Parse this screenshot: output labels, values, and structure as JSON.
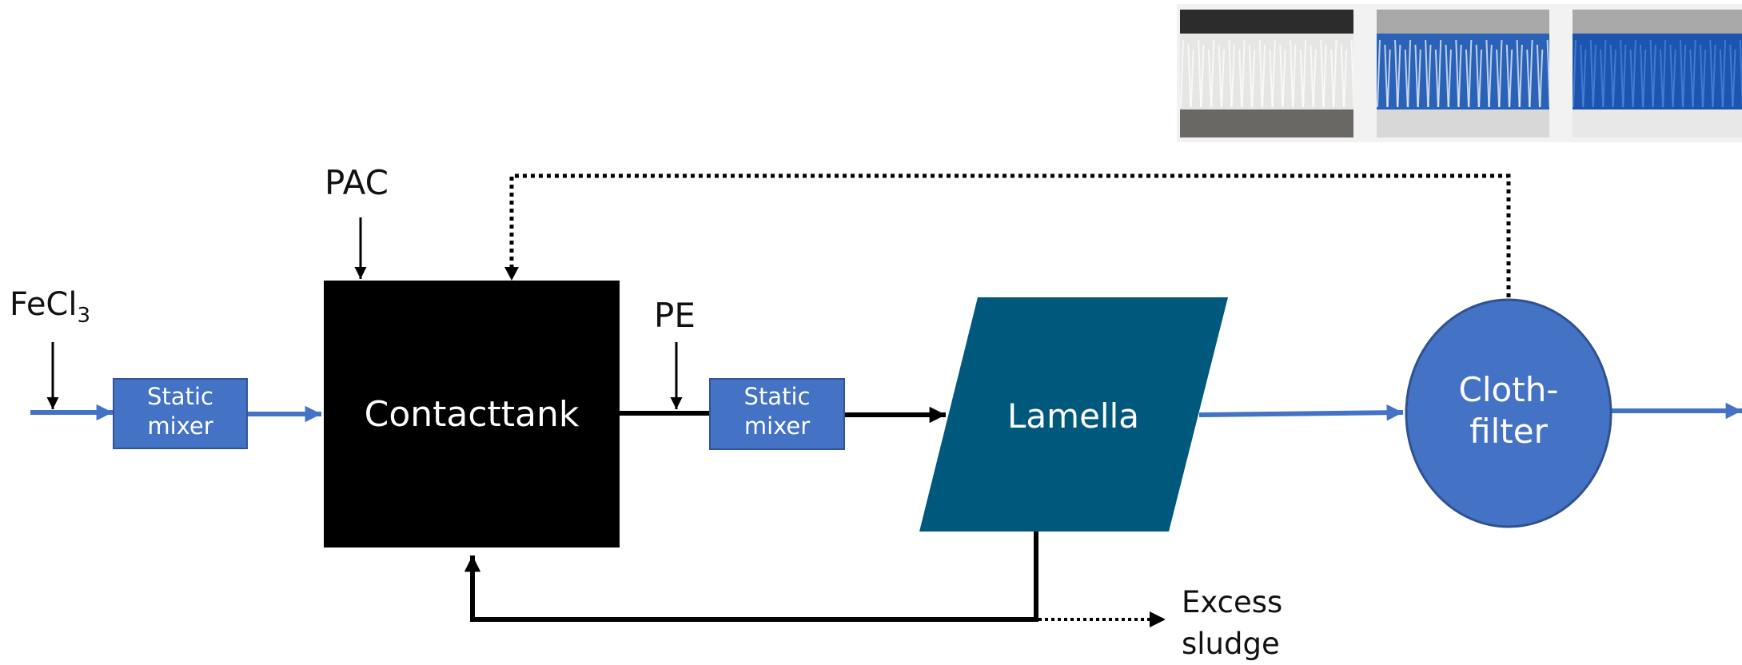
{
  "labels": {
    "fecl3_main": "FeCl",
    "fecl3_sub": "3",
    "pac": "PAC",
    "pe": "PE",
    "mixer1_line1": "Static",
    "mixer1_line2": "mixer",
    "mixer2_line1": "Static",
    "mixer2_line2": "mixer",
    "contacttank": "Contacttank",
    "lamella": "Lamella",
    "clothfilter_line1": "Cloth-",
    "clothfilter_line2": "filter",
    "excess_line1": "Excess",
    "excess_line2": "sludge"
  },
  "colors": {
    "flow_blue": "#4472c4",
    "box_blue": "#4472c4",
    "box_border": "#2f5597",
    "tank_black": "#000000",
    "lamella_teal": "#00587c",
    "circle_border": "#2f528f",
    "line_black": "#000000",
    "text_white": "#ffffff"
  },
  "photos": [
    {
      "name": "white-cloth-photo",
      "pile": "#e6e6e4",
      "tuft": "#ffffff",
      "base": "#6a6864"
    },
    {
      "name": "blue-white-cloth-photo",
      "pile": "#2a62b8",
      "tuft": "#f1f4fa",
      "base": "#d8d8d8"
    },
    {
      "name": "blue-cloth-photo",
      "pile": "#1c55b0",
      "tuft": "#4d86d8",
      "base": "#e8e8e8"
    }
  ]
}
